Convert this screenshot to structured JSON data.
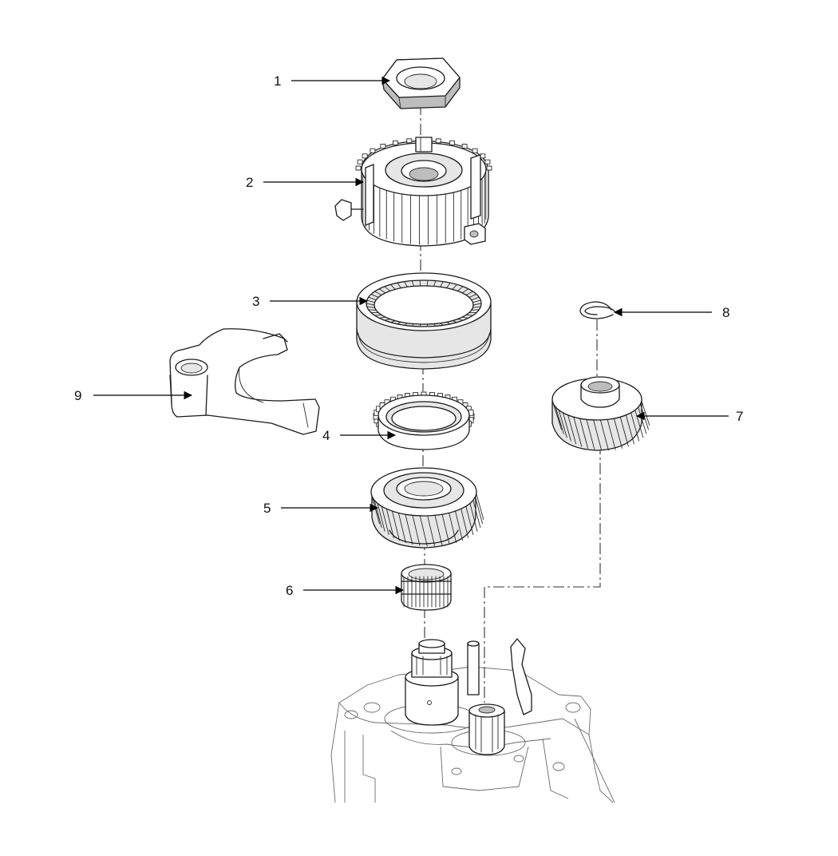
{
  "callouts": {
    "c1": "1",
    "c2": "2",
    "c3": "3",
    "c4": "4",
    "c5": "5",
    "c6": "6",
    "c7": "7",
    "c8": "8",
    "c9": "9"
  },
  "colors": {
    "line": "#1a1a1a",
    "shade": "#e6e6e6",
    "dark_shade": "#bdbdbd",
    "housing": "#6a6a6a",
    "background": "#ffffff"
  }
}
